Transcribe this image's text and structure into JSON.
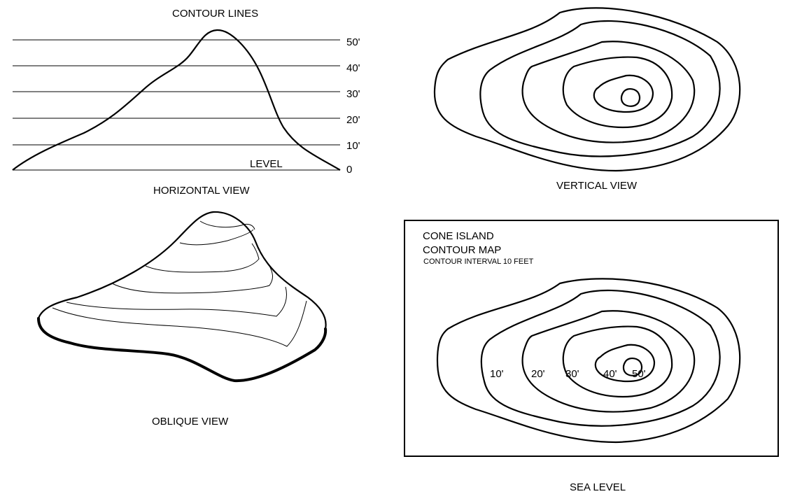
{
  "horizontal_view": {
    "title": "CONTOUR LINES",
    "elevation_labels": [
      "50'",
      "40'",
      "30'",
      "20'",
      "10'",
      "0"
    ],
    "level_text": "LEVEL",
    "caption": "HORIZONTAL VIEW"
  },
  "vertical_view": {
    "caption": "VERTICAL VIEW"
  },
  "oblique_view": {
    "caption": "OBLIQUE VIEW"
  },
  "contour_map": {
    "title_line1": "CONE ISLAND",
    "title_line2": "CONTOUR MAP",
    "interval_note": "CONTOUR INTERVAL 10 FEET",
    "contour_labels": [
      "10'",
      "20'",
      "30'",
      "40'",
      "50'"
    ],
    "caption": "SEA LEVEL"
  }
}
